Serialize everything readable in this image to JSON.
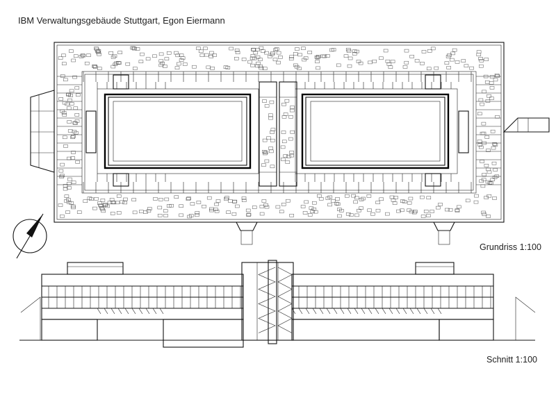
{
  "title": "IBM Verwaltungsgebäude Stuttgart, Egon Eiermann",
  "plan": {
    "label": "Grundriss 1:100"
  },
  "section": {
    "label": "Schnitt 1:100"
  },
  "colors": {
    "line": "#111111",
    "background": "#ffffff"
  },
  "icons": {
    "north_arrow": "north-arrow-icon"
  }
}
